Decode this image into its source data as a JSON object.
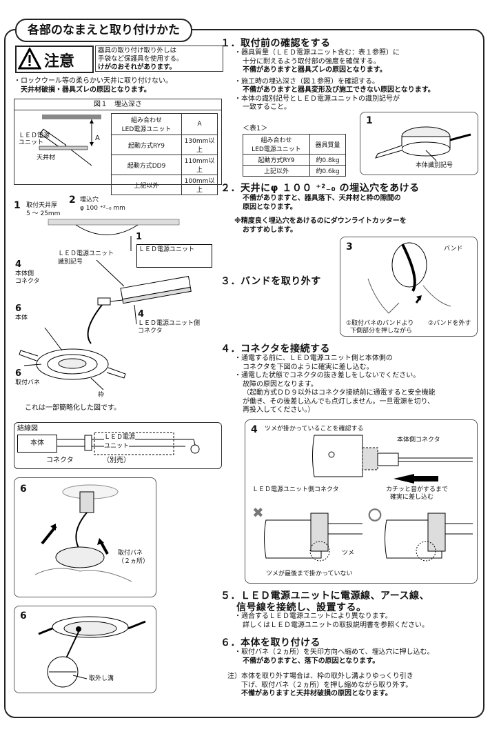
{
  "header": {
    "title": "各部のなまえと取り付けかた"
  },
  "caution": {
    "label": "注意",
    "lines": [
      "器具の取り付け取り外しは",
      "手袋など保護具を使用する。",
      "けがのおそれがあります。"
    ]
  },
  "rockwool_note": {
    "line1": "・ロックウール等の柔らかい天井に取り付けない。",
    "line2": "天井材破損・器具ズレの原因となります。"
  },
  "fig1": {
    "title": "図１　埋込深さ",
    "labels": {
      "led": "ＬＥＤ電源",
      "unit": "ユニット",
      "ceiling": "天井材",
      "a": "A"
    },
    "table": {
      "header": [
        "組み合わせ",
        "LED電源ユニット",
        "A"
      ],
      "rows": [
        [
          "起動方式RY9",
          "130mm以上"
        ],
        [
          "起動方式DD9",
          "110mm以上"
        ],
        [
          "上記以外",
          "100mm以上"
        ]
      ]
    }
  },
  "parts": {
    "n1": "1",
    "l1a": "取付天井厚",
    "l1b": "5 ～ 25mm",
    "n2": "2",
    "l2a": "埋込穴",
    "l2b": "φ 100 ⁺²₋₀ mm",
    "n1b": "1",
    "led_box": "ＬＥＤ電源ユニット",
    "id_a": "ＬＥＤ電源ユニット",
    "id_b": "識別記号",
    "n4a": "4",
    "l4a1": "本体側",
    "l4a2": "コネクタ",
    "n6a": "6",
    "l6a": "本体",
    "n4b": "4",
    "l4b1": "ＬＥＤ電源ユニット側",
    "l4b2": "コネクタ",
    "n6b": "6",
    "l6b": "取付バネ",
    "frame": "枠",
    "note": "これは一部簡略化した図です。"
  },
  "wiring": {
    "title": "結線図",
    "body": "本体",
    "led1": "ＬＥＤ電源",
    "led2": "ユニット",
    "connector": "コネクタ",
    "separate": "（別売）"
  },
  "fig6a": {
    "num": "6",
    "l1": "取付バネ",
    "l2": "（２ヵ所）"
  },
  "fig6b": {
    "num": "6",
    "label": "取外し溝"
  },
  "step1": {
    "title": "１．取付前の確認をする",
    "l1": "器具質量（ＬＥＤ電源ユニット含む：表１参照）に",
    "l2": "十分に耐えるよう取付部の強度を確保する。",
    "l3": "不備がありますと器具ズレの原因となります。",
    "l4": "施工時の埋込深さ（図１参照）を確認する。",
    "l5": "不備がありますと器具変形及び施工できない原因となります。",
    "l6": "本体の識別記号とＬＥＤ電源ユニットの識別記号が",
    "l7": "一致すること。",
    "table_title": "＜表1＞",
    "table_header": [
      "組み合わせ",
      "LED電源ユニット",
      "器具質量"
    ],
    "table_rows": [
      [
        "起動方式RY9",
        "約0.8kg"
      ],
      [
        "上記以外",
        "約0.6kg"
      ]
    ],
    "fig_num": "1",
    "fig_label": "本体識別記号"
  },
  "step2": {
    "title": "２．天井にφ １００ ⁺²₋₀ の埋込穴をあける",
    "l1": "不備がありますと、器具落下、天井材と枠の隙間の",
    "l2": "原因となります。",
    "l3": "※精度良く埋込穴をあけるのにダウンライトカッターを",
    "l4": "おすすめします。"
  },
  "step3": {
    "title": "３．バンドを取り外す",
    "fig_num": "3",
    "band": "バンド",
    "cap1a": "①取付バネのバンドより",
    "cap1b": "下側部分を押しながら",
    "cap2": "②バンドを外す"
  },
  "step4": {
    "title": "４．コネクタを接続する",
    "l1": "通電する前に、ＬＥＤ電源ユニット側と本体側の",
    "l2": "コネクタを下図のように確実に差し込む。",
    "l3": "通電した状態でコネクタの抜き差しをしないでください。",
    "l4": "故障の原因となります。",
    "l5": "（起動方式ＤＤ９以外はコネクタ接続前に通電すると安全機能",
    "l6": "が働き、その後差し込んでも点灯しません。一旦電源を切り、",
    "l7": "再投入してください。）",
    "fig_num": "4",
    "fig_caption": "ツメが掛かっていることを確認する",
    "body_conn": "本体側コネクタ",
    "led_conn": "ＬＥＤ電源ユニット側コネクタ",
    "click1": "カチッと音がするまで",
    "click2": "確実に差し込む",
    "ng": "✖",
    "ok": "〇",
    "tsume": "ツメ",
    "ng_caption": "ツメが最後まで掛かっていない"
  },
  "step5": {
    "title": "５．ＬＥＤ電源ユニットに電源線、アース線、",
    "title2": "信号線を接続し、設置する。",
    "l1": "適合するＬＥＤ電源ユニットにより異なります。",
    "l2": "詳しくはＬＥＤ電源ユニットの取扱説明書を参照ください。"
  },
  "step6": {
    "title": "６．本体を取り付ける",
    "l1": "取付バネ（２ヵ所）を矢印方向へ縮めて、埋込穴に押し込む。",
    "l2": "不備がありますと、落下の原因となります。",
    "n1": "注）本体を取り外す場合は、枠の取外し溝よりゆっくり引き",
    "n2": "下げ、取付バネ（２ヵ所）を押し縮めながら取り外す。",
    "n3": "不備がありますと天井材破損の原因となります。"
  }
}
